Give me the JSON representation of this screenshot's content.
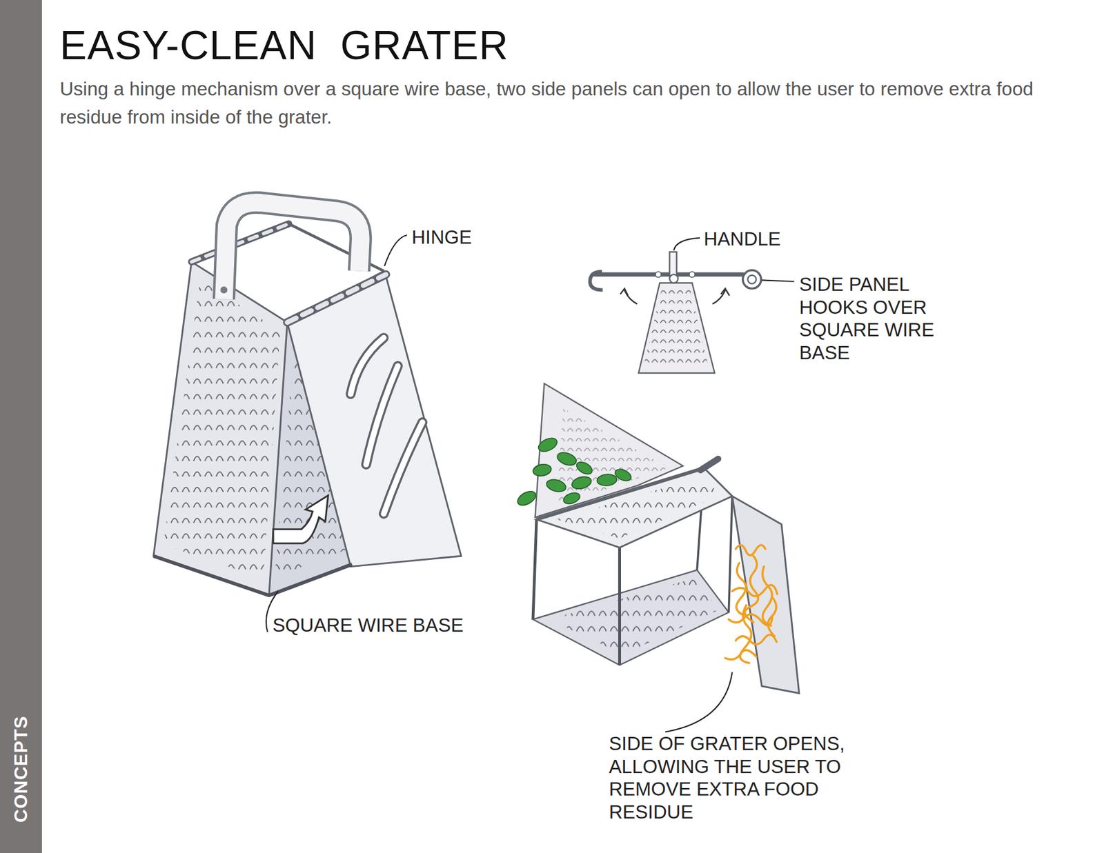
{
  "diagram": {
    "title": "EASY-CLEAN  GRATER",
    "caption": "Using a hinge mechanism over a square wire base, two side panels can open to allow the user to remove extra food residue from inside of the grater.",
    "labels": [
      "HINGE",
      "HANDLE",
      "SIDE PANEL HOOKS OVER SQUARE WIRE BASE",
      "SQUARE WIRE BASE",
      "SIDE OF GRATER OPENS, ALLOWING THE USER TO REMOVE EXTRA FOOD RESIDUE",
      "CONCEPTS"
    ]
  }
}
